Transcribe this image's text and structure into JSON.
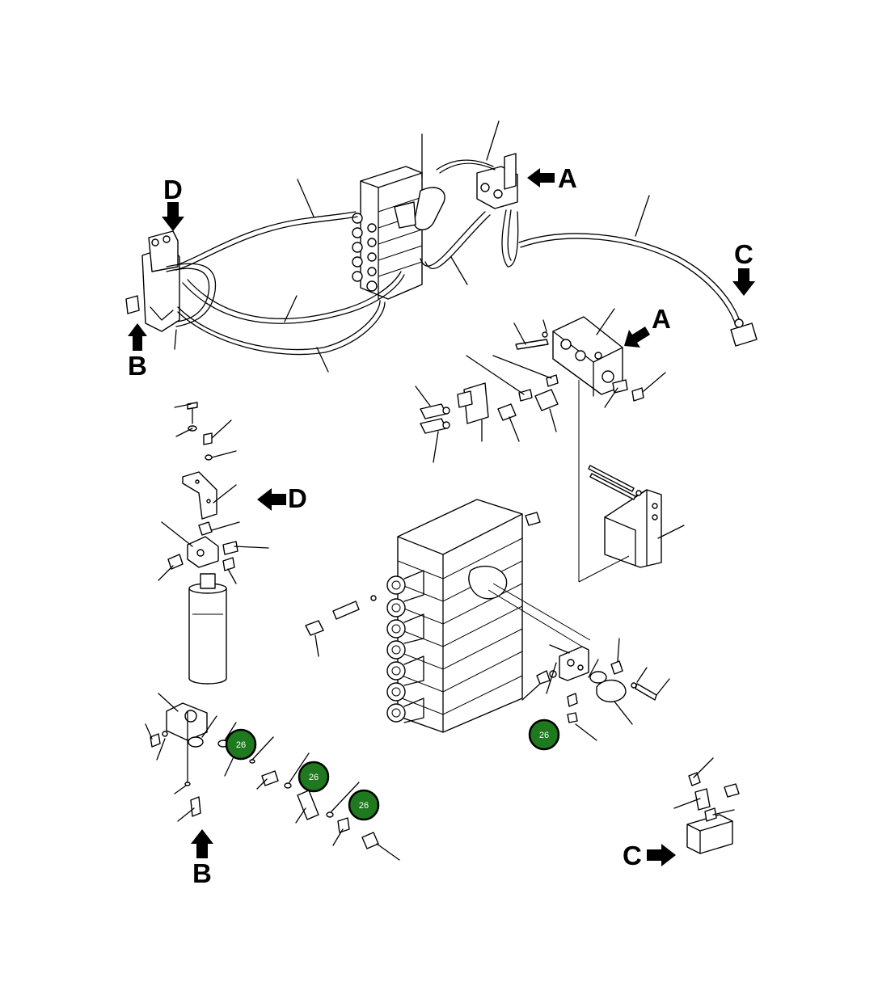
{
  "view_labels": {
    "A_top": "A",
    "A_detail": "A",
    "B_top": "B",
    "B_detail": "B",
    "C_top": "C",
    "C_detail": "C",
    "D_top": "D",
    "D_detail": "D"
  },
  "callouts": [
    "26",
    "26",
    "26",
    "26"
  ],
  "colors": {
    "callout_fill": "#1f7a1f",
    "callout_ring": "#000000",
    "line": "#000000",
    "background": "#ffffff"
  },
  "icons": {
    "view_arrow": "arrow-icon"
  }
}
